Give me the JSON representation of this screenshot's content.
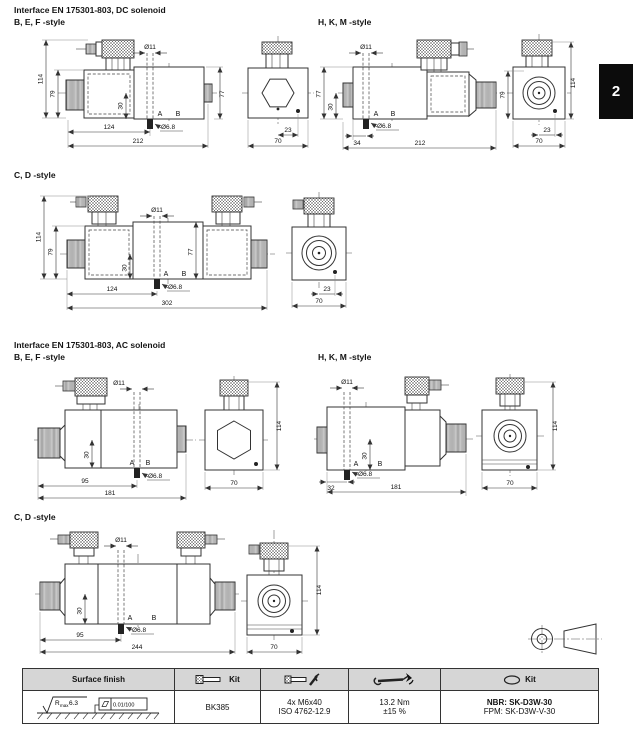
{
  "page": {
    "side_tab": "2"
  },
  "sections": {
    "dc": {
      "title": "Interface EN 175301-803, DC solenoid",
      "bef": "B, E, F -style",
      "hkm": "H, K, M -style",
      "cd": "C, D -style"
    },
    "ac": {
      "title": "Interface EN 175301-803, AC solenoid",
      "bef": "B, E, F -style",
      "hkm": "H, K, M -style",
      "cd": "C, D -style"
    }
  },
  "drawings": {
    "dc_bef": {
      "total_height": "114",
      "body_height": "79",
      "hole_offset": "30",
      "top_hole": "Ø11",
      "port_a": "A",
      "port_b": "B",
      "bottom_hole": "Ø6.8",
      "len_to_hole": "124",
      "total_length": "212",
      "right_height": "77",
      "end": {
        "bolt_offset": "23",
        "width": "70"
      }
    },
    "dc_hkm": {
      "top_hole": "Ø11",
      "left_height": "77",
      "hole_offset": "30",
      "port_a": "A",
      "port_b": "B",
      "bottom_hole": "Ø6.8",
      "len_to_hole": "34",
      "total_length": "212",
      "end": {
        "body_height": "79",
        "total_height": "114",
        "bolt_offset": "23",
        "width": "70"
      }
    },
    "dc_cd": {
      "total_height": "114",
      "body_height": "79",
      "hole_offset": "30",
      "top_hole": "Ø11",
      "port_a": "A",
      "port_b": "B",
      "bottom_hole": "Ø6.8",
      "right_height": "77",
      "len_to_hole": "124",
      "total_length": "302",
      "end": {
        "bolt_offset": "23",
        "width": "70"
      }
    },
    "ac_bef": {
      "top_hole": "Ø11",
      "hole_offset": "30",
      "port_a": "A",
      "port_b": "B",
      "bottom_hole": "Ø6.8",
      "len_to_hole": "95",
      "total_length": "181",
      "end": {
        "height": "114",
        "width": "70"
      }
    },
    "ac_hkm": {
      "top_hole": "Ø11",
      "hole_offset": "30",
      "port_a": "A",
      "port_b": "B",
      "bottom_hole": "Ø6.8",
      "len_to_hole": "32",
      "total_length": "181",
      "end": {
        "height": "114",
        "width": "70"
      }
    },
    "ac_cd": {
      "top_hole": "Ø11",
      "hole_offset": "30",
      "port_a": "A",
      "port_b": "B",
      "bottom_hole": "Ø6.8",
      "len_to_hole": "95",
      "total_length": "244",
      "end": {
        "height": "114",
        "width": "70"
      }
    }
  },
  "table": {
    "surface_header": "Surface finish",
    "screw_kit_header": "Kit",
    "seal_kit_header": "Kit",
    "surface_symbol": {
      "r": "R",
      "sub": "max",
      "value": "6.3",
      "flatness": "0.01/100"
    },
    "screw_kit_value": "BK385",
    "bolts": {
      "line1": "4x M6x40",
      "line2": "ISO 4762-12.9"
    },
    "torque": {
      "line1": "13.2 Nm",
      "line2": "±15 %"
    },
    "seal_kit": {
      "nbr": "NBR: SK-D3W-30",
      "fpm": "FPM: SK-D3W-V-30"
    }
  }
}
